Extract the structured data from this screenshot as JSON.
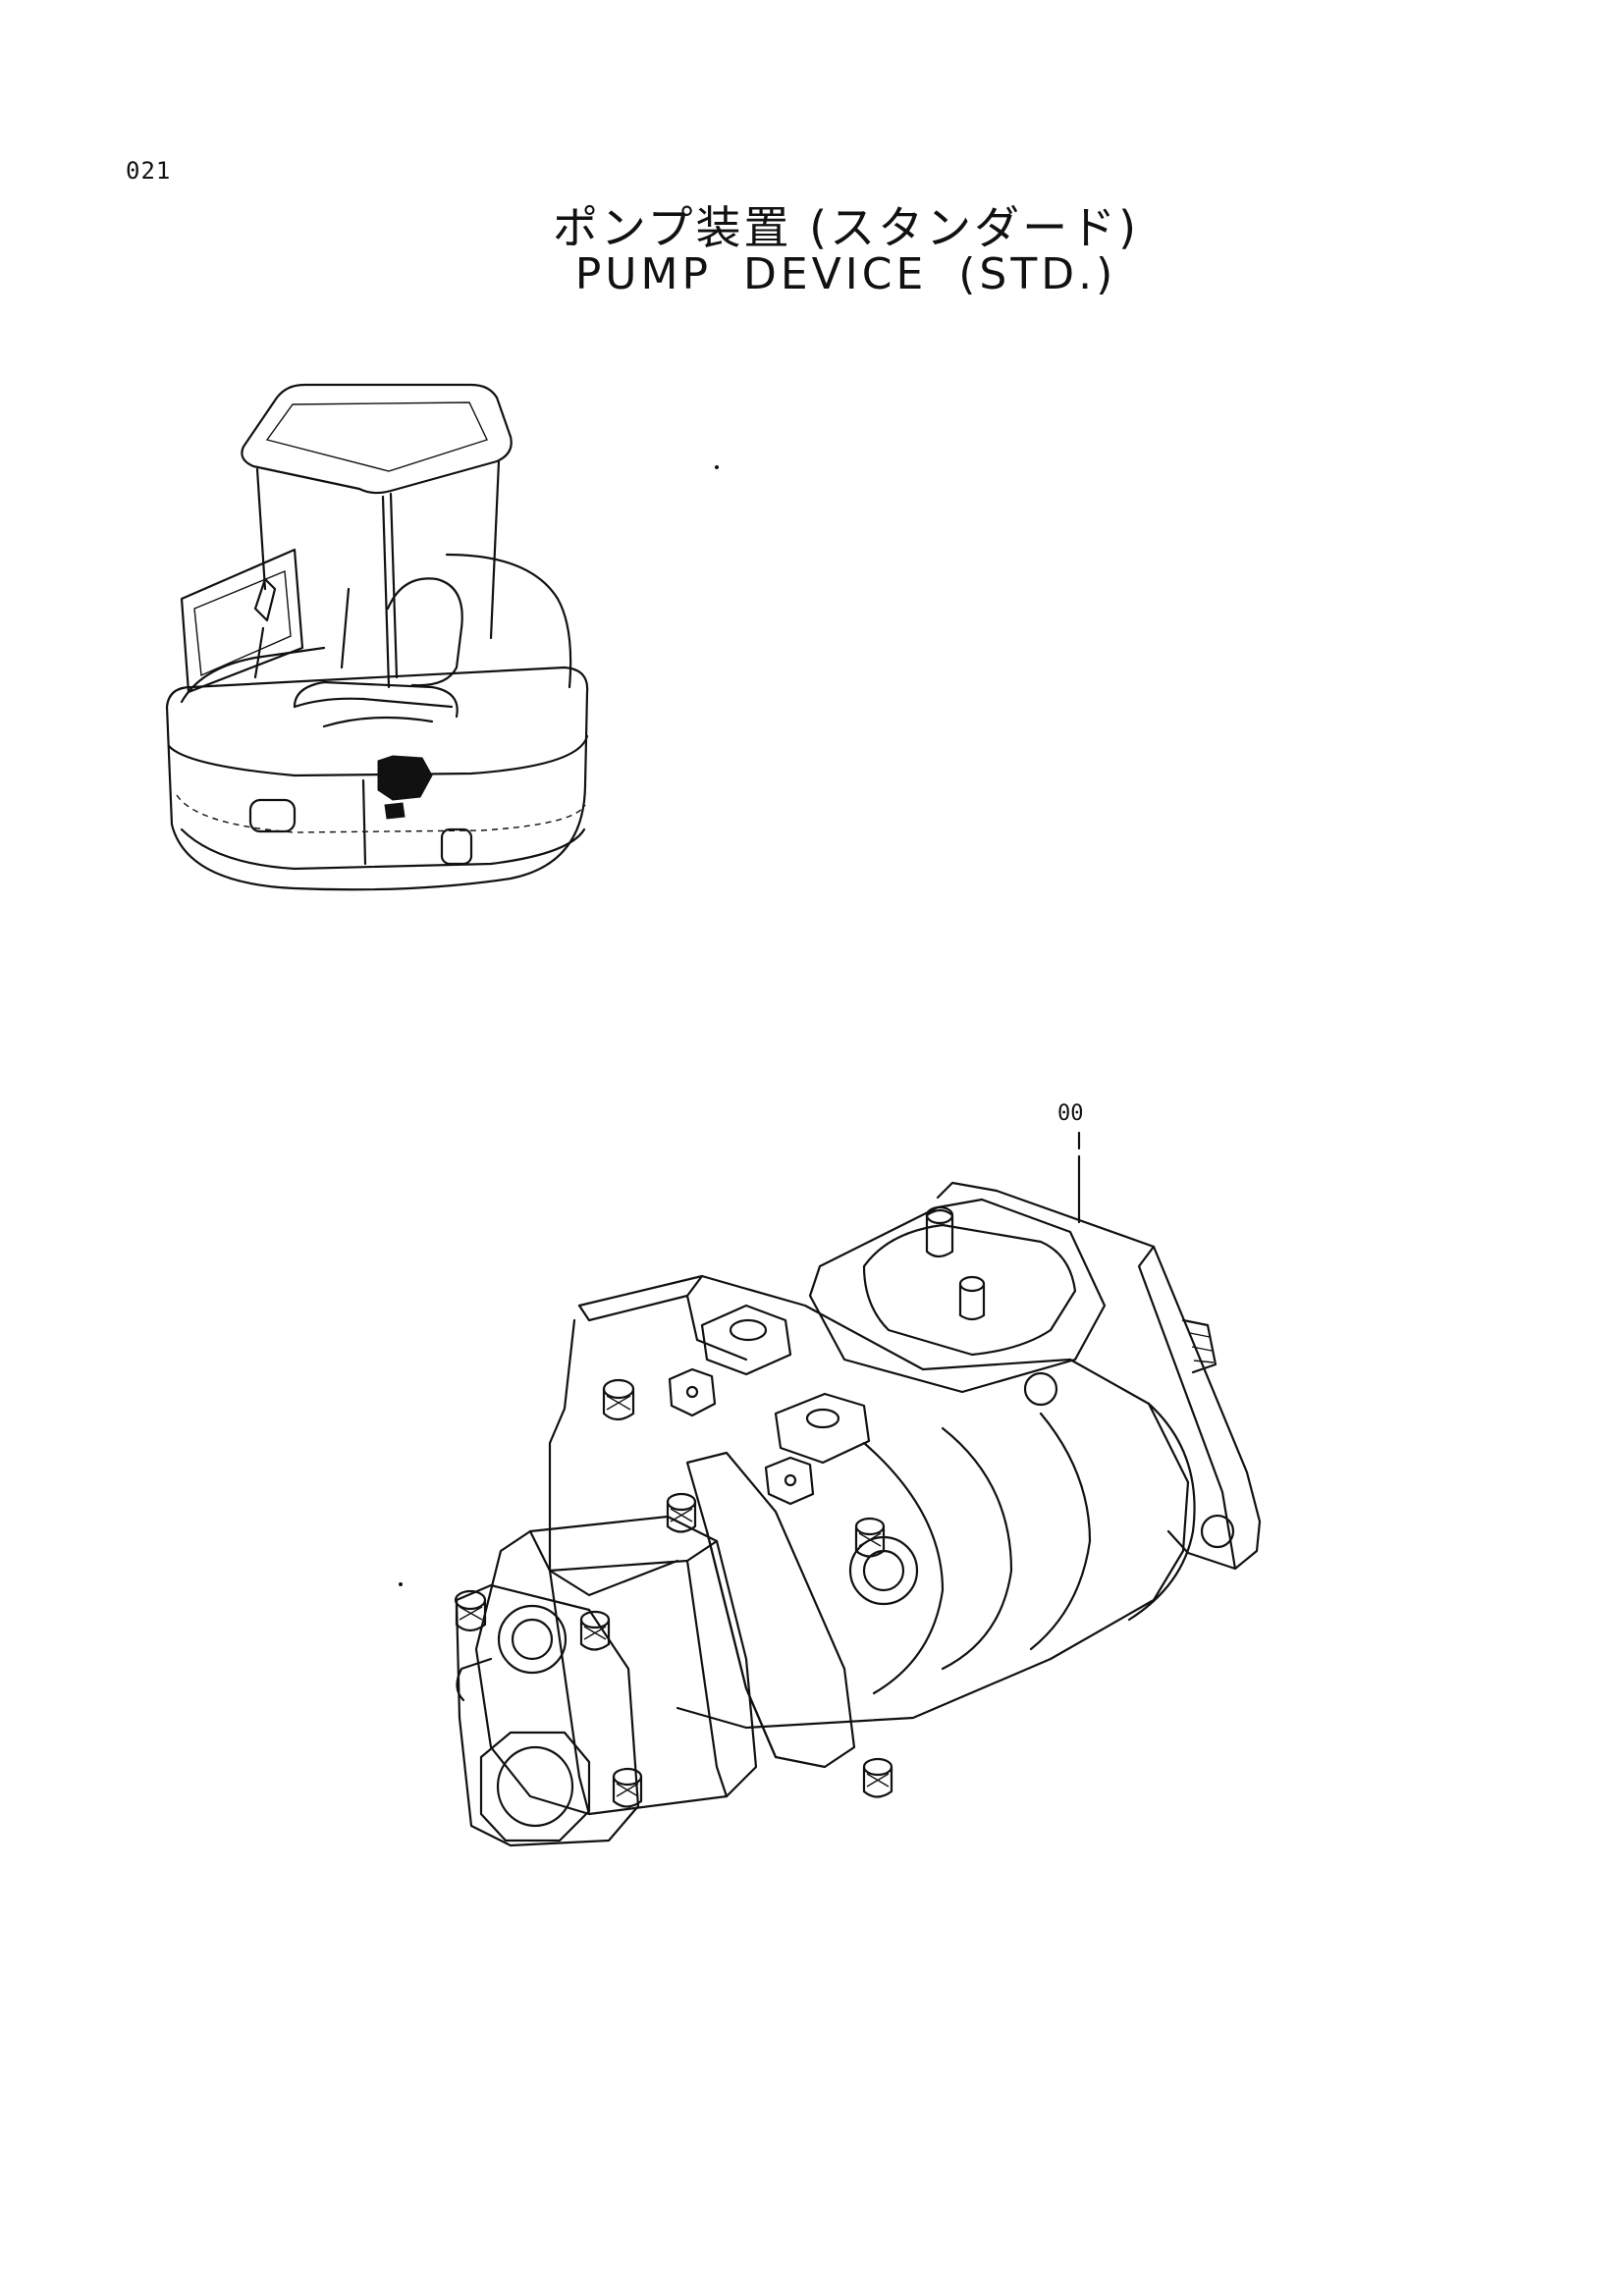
{
  "page_number": "021",
  "title_jp": "ポンプ装置 (スタンダード)",
  "title_en": "PUMP DEVICE (STD.)",
  "part_callouts": [
    {
      "label": "00"
    }
  ]
}
